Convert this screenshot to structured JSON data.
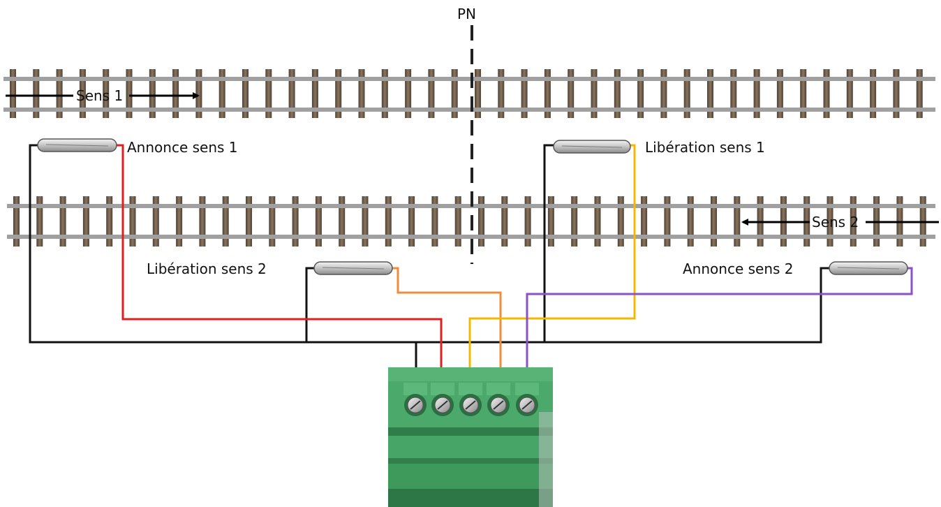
{
  "labels": {
    "pn": "PN",
    "sens1": "Sens 1",
    "sens2": "Sens 2",
    "annonce_sens1": "Annonce sens 1",
    "liberation_sens1": "Libération sens 1",
    "liberation_sens2": "Libération sens 2",
    "annonce_sens2": "Annonce sens 2"
  },
  "colors": {
    "common_wire": "#111111",
    "annonce_sens1_wire": "#e02020",
    "liberation_sens2_wire": "#f08c3a",
    "liberation_sens1_wire": "#f5b800",
    "annonce_sens2_wire": "#8a52c6",
    "terminal_block": "#3aa35c",
    "rail": "#8f8f8f",
    "sleeper": "#6b5a48"
  },
  "terminal_block": {
    "terminals": 5
  }
}
